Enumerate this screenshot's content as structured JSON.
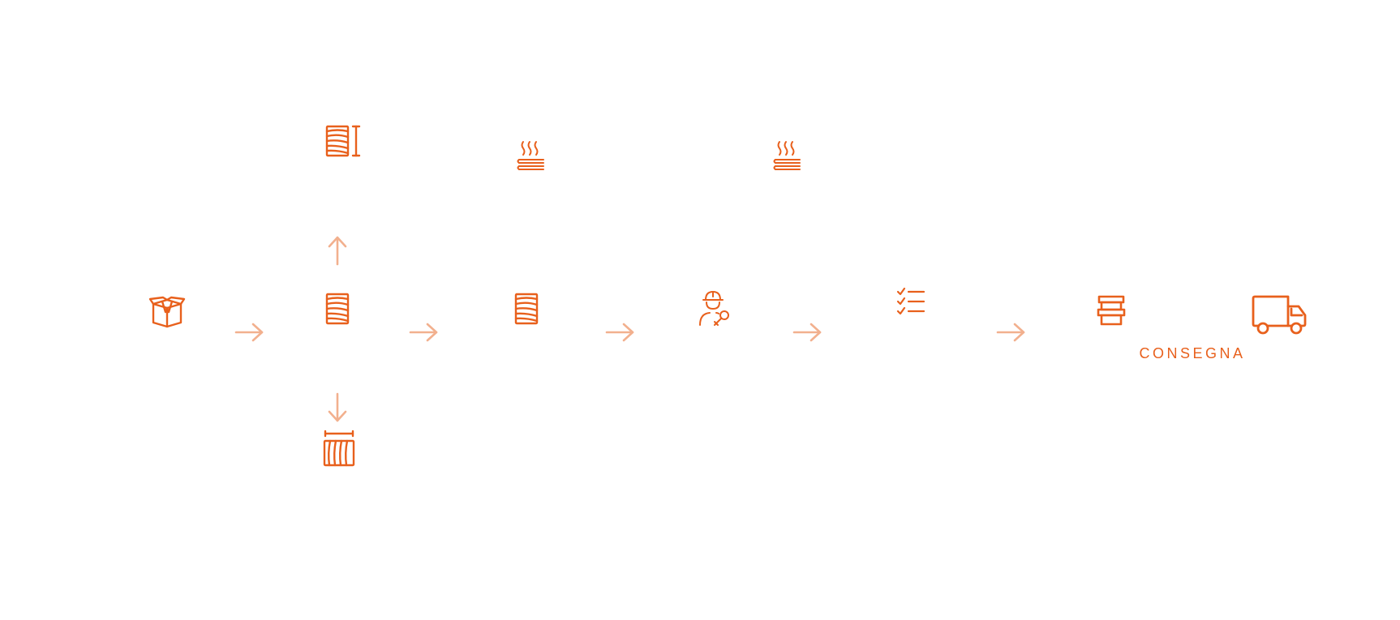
{
  "colors": {
    "icon": "#e8601c",
    "arrow": "#f2b08e",
    "background": "#ffffff"
  },
  "diagram": {
    "delivery_label": "CONSEGNA",
    "nodes": [
      {
        "id": "box",
        "icon": "open-box-icon"
      },
      {
        "id": "panel-main",
        "icon": "wood-panel-icon"
      },
      {
        "id": "panel-height",
        "icon": "panel-height-measure-icon"
      },
      {
        "id": "panel-width",
        "icon": "panel-width-measure-icon"
      },
      {
        "id": "panel-second",
        "icon": "wood-panel-icon"
      },
      {
        "id": "heat-first",
        "icon": "heat-layers-icon"
      },
      {
        "id": "technician",
        "icon": "technician-icon"
      },
      {
        "id": "heat-second",
        "icon": "heat-layers-icon"
      },
      {
        "id": "checklist",
        "icon": "checklist-icon"
      },
      {
        "id": "stack",
        "icon": "stacked-boxes-icon"
      },
      {
        "id": "truck",
        "icon": "delivery-truck-icon"
      }
    ],
    "arrows": [
      {
        "from": "box",
        "to": "panel-main",
        "direction": "right"
      },
      {
        "from": "panel-main",
        "to": "panel-height",
        "direction": "up"
      },
      {
        "from": "panel-main",
        "to": "panel-width",
        "direction": "down"
      },
      {
        "from": "panel-main",
        "to": "panel-second",
        "direction": "right"
      },
      {
        "from": "panel-second",
        "to": "technician",
        "direction": "right"
      },
      {
        "from": "technician",
        "to": "checklist",
        "direction": "right"
      },
      {
        "from": "checklist",
        "to": "stack",
        "direction": "right"
      }
    ]
  }
}
